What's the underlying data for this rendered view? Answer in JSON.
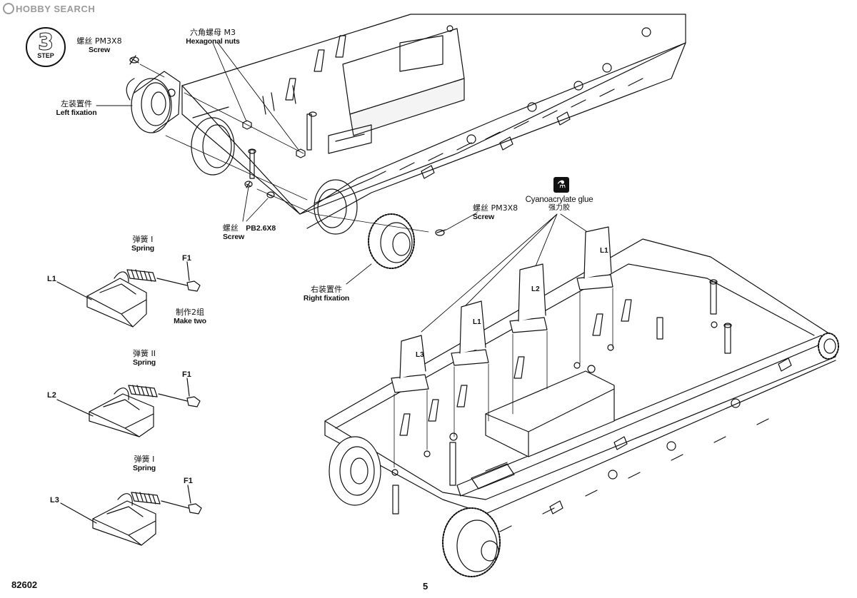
{
  "watermark": {
    "text": "HOBBY SEARCH"
  },
  "step": {
    "number": "3",
    "word": "STEP"
  },
  "callouts": {
    "screw_pm3x8_top": {
      "cn": "螺丝 PM3X8",
      "en": "Screw"
    },
    "hex_nuts": {
      "cn": "六角螺母 M3",
      "en": "Hexagonal nuts"
    },
    "left_fixation": {
      "cn": "左装置件",
      "en": "Left fixation"
    },
    "screw_pb26x8": {
      "cn": "螺丝",
      "spec": "PB2.6X8",
      "en": "Screw"
    },
    "screw_pm3x8_right": {
      "cn": "螺丝 PM3X8",
      "en": "Screw"
    },
    "right_fixation": {
      "cn": "右装置件",
      "en": "Right fixation"
    },
    "glue": {
      "en": "Cyanoacrylate glue",
      "cn": "强力胶",
      "icon": "glue-bottle-icon"
    }
  },
  "sub_assemblies": [
    {
      "spring_cn": "弹簧 I",
      "spring_en": "Spring",
      "body_part": "L1",
      "spring_part": "F1",
      "make_cn": "制作2组",
      "make_en": "Make two"
    },
    {
      "spring_cn": "弹簧 II",
      "spring_en": "Spring",
      "body_part": "L2",
      "spring_part": "F1"
    },
    {
      "spring_cn": "弹簧 I",
      "spring_en": "Spring",
      "body_part": "L3",
      "spring_part": "F1"
    }
  ],
  "installed_parts": [
    "L1",
    "L2",
    "L1",
    "L3"
  ],
  "footer": {
    "code": "82602",
    "page": "5"
  },
  "colors": {
    "ink": "#111111",
    "paper": "#ffffff",
    "watermark": "#9a9a9a"
  }
}
